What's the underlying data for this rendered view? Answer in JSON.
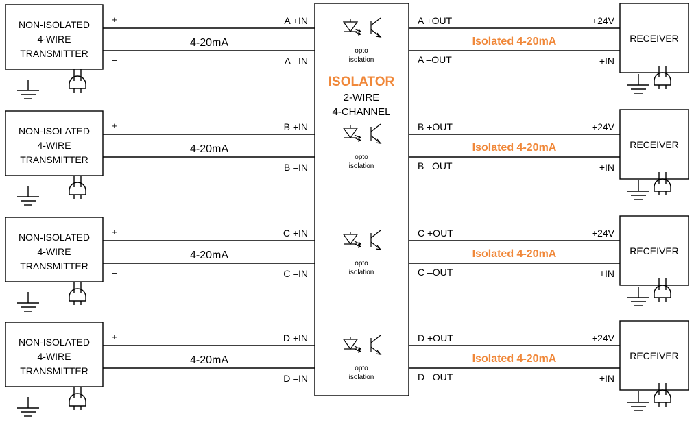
{
  "colors": {
    "line": "#000000",
    "accent": "#f0883a",
    "background": "#ffffff"
  },
  "isolator": {
    "title": "ISOLATOR",
    "subtitle_1": "2-WIRE",
    "subtitle_2": "4-CHANNEL",
    "opto_label_1": "opto",
    "opto_label_2": "isolation"
  },
  "transmitter": {
    "line_1": "NON-ISOLATED",
    "line_2": "4-WIRE",
    "line_3": "TRANSMITTER",
    "plus": "+",
    "minus": "–",
    "signal": "4-20mA"
  },
  "receiver": {
    "label": "RECEIVER",
    "supply": "+24V",
    "input": "+IN",
    "signal": "Isolated 4-20mA"
  },
  "icons": [
    "earth-ground-icon",
    "power-plug-icon",
    "led-emitter-icon",
    "phototransistor-icon"
  ],
  "channels": [
    {
      "id": "A",
      "in_plus": "A +IN",
      "in_minus": "A –IN",
      "out_plus": "A +OUT",
      "out_minus": "A –OUT"
    },
    {
      "id": "B",
      "in_plus": "B +IN",
      "in_minus": "B –IN",
      "out_plus": "B +OUT",
      "out_minus": "B –OUT"
    },
    {
      "id": "C",
      "in_plus": "C +IN",
      "in_minus": "C –IN",
      "out_plus": "C +OUT",
      "out_minus": "C –OUT"
    },
    {
      "id": "D",
      "in_plus": "D +IN",
      "in_minus": "D –IN",
      "out_plus": "D +OUT",
      "out_minus": "D –OUT"
    }
  ]
}
